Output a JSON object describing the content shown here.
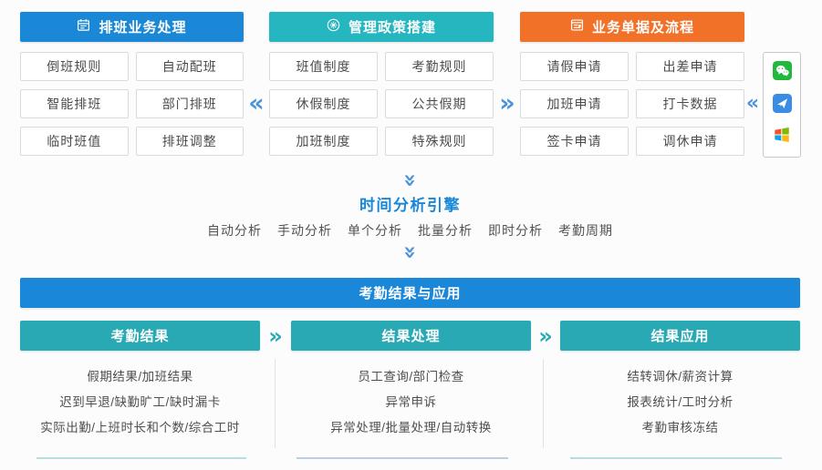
{
  "glyphs": {
    "chevron_left": "«",
    "chevron_right": "»"
  },
  "groups": [
    {
      "title": "排班业务处理",
      "icon": "calendar-icon",
      "items": [
        "倒班规则",
        "自动配班",
        "智能排班",
        "部门排班",
        "临时班值",
        "排班调整"
      ]
    },
    {
      "title": "管理政策搭建",
      "icon": "gear-icon",
      "items": [
        "班值制度",
        "考勤规则",
        "休假制度",
        "公共假期",
        "加班制度",
        "特殊规则"
      ]
    },
    {
      "title": "业务单据及流程",
      "icon": "form-flow-icon",
      "items": [
        "请假申请",
        "出差申请",
        "加班申请",
        "打卡数据",
        "签卡申请",
        "调休申请"
      ]
    }
  ],
  "channel_icons": [
    "wechat",
    "paper-plane-app",
    "windows"
  ],
  "engine": {
    "title": "时间分析引擎",
    "modes": [
      "自动分析",
      "手动分析",
      "单个分析",
      "批量分析",
      "即时分析",
      "考勤周期"
    ]
  },
  "banner": {
    "title": "考勤结果与应用"
  },
  "result_columns": [
    {
      "title": "考勤结果",
      "rows": [
        "假期结果/加班结果",
        "迟到早退/缺勤旷工/缺时漏卡",
        "实际出勤/上班时长和个数/综合工时"
      ]
    },
    {
      "title": "结果处理",
      "rows": [
        "员工查询/部门检查",
        "异常申诉",
        "异常处理/批量处理/自动转换"
      ]
    },
    {
      "title": "结果应用",
      "rows": [
        "结转调休/薪资计算",
        "报表统计/工时分析",
        "考勤审核冻结"
      ]
    }
  ],
  "colors": {
    "header_blue": "#1a87d7",
    "header_teal": "#25b6bf",
    "header_orange": "#f17129",
    "banner_blue": "#1b87d9",
    "bar_teal": "#28a9b4",
    "chevron_blue": "#4a93dc",
    "wechat_green": "#21b83d",
    "plane_blue": "#3b8ce3"
  }
}
